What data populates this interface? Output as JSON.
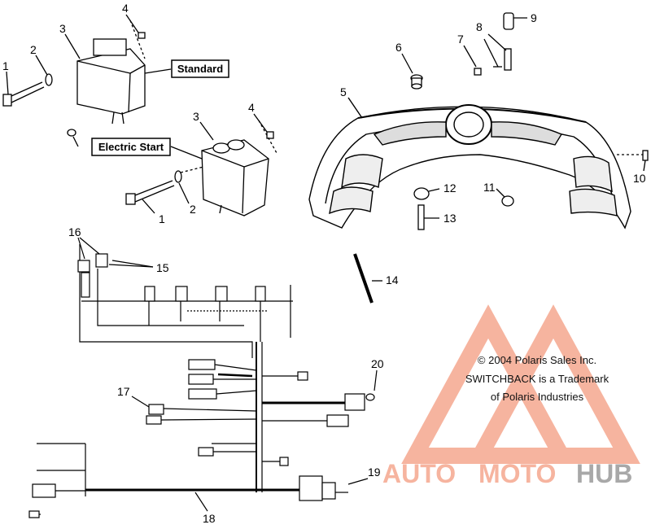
{
  "callouts": {
    "c1a": "1",
    "c2a": "2",
    "c3a": "3",
    "c4a": "4",
    "c1b": "1",
    "c2b": "2",
    "c3b": "3",
    "c4b": "4",
    "c5": "5",
    "c6": "6",
    "c7": "7",
    "c8": "8",
    "c9": "9",
    "c10": "10",
    "c11": "11",
    "c12": "12",
    "c13": "13",
    "c14": "14",
    "c15": "15",
    "c16": "16",
    "c17": "17",
    "c18": "18",
    "c19": "19",
    "c20": "20"
  },
  "labels": {
    "standard": "Standard",
    "electric_start": "Electric Start"
  },
  "copyright": {
    "line1": "© 2004 Polaris Sales Inc.",
    "line2": "SWITCHBACK is a Trademark",
    "line3": "of Polaris Industries"
  },
  "watermark": {
    "part1": "AUTO",
    "part2": "MOTO",
    "part3": "HUB",
    "color_main": "#f5a78f",
    "color_grey": "#999999"
  }
}
